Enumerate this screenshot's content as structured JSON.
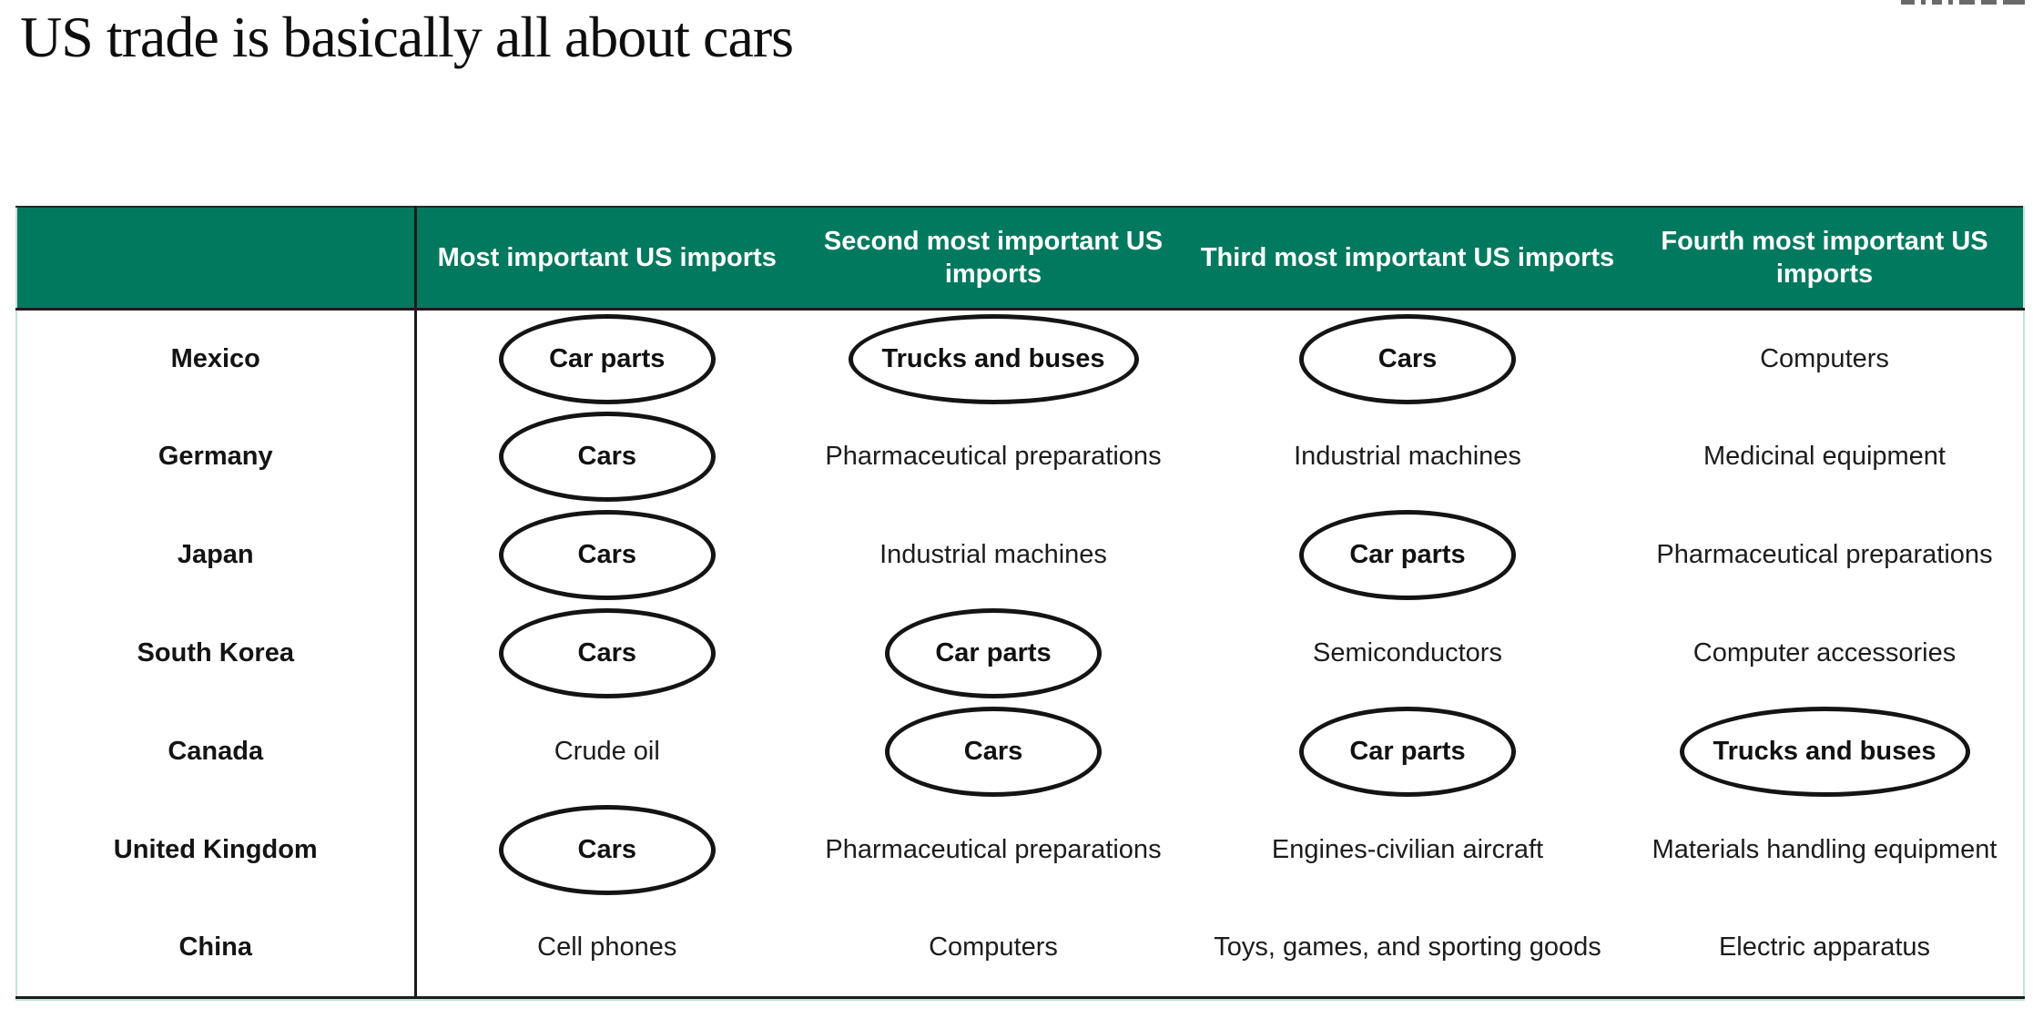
{
  "page": {
    "title": "US trade is basically all about cars"
  },
  "chart_data": {
    "type": "table",
    "title": "US trade is basically all about cars",
    "columns": [
      "Most important US imports",
      "Second most important US imports",
      "Third most important US imports",
      "Fourth most important US imports"
    ],
    "rows": [
      {
        "country": "Mexico",
        "imports": [
          {
            "label": "Car parts",
            "circled": true
          },
          {
            "label": "Trucks and buses",
            "circled": true
          },
          {
            "label": "Cars",
            "circled": true
          },
          {
            "label": "Computers",
            "circled": false
          }
        ]
      },
      {
        "country": "Germany",
        "imports": [
          {
            "label": "Cars",
            "circled": true
          },
          {
            "label": "Pharmaceutical preparations",
            "circled": false
          },
          {
            "label": "Industrial machines",
            "circled": false
          },
          {
            "label": "Medicinal equipment",
            "circled": false
          }
        ]
      },
      {
        "country": "Japan",
        "imports": [
          {
            "label": "Cars",
            "circled": true
          },
          {
            "label": "Industrial machines",
            "circled": false
          },
          {
            "label": "Car parts",
            "circled": true
          },
          {
            "label": "Pharmaceutical preparations",
            "circled": false
          }
        ]
      },
      {
        "country": "South Korea",
        "imports": [
          {
            "label": "Cars",
            "circled": true
          },
          {
            "label": "Car parts",
            "circled": true
          },
          {
            "label": "Semiconductors",
            "circled": false
          },
          {
            "label": "Computer accessories",
            "circled": false
          }
        ]
      },
      {
        "country": "Canada",
        "imports": [
          {
            "label": "Crude oil",
            "circled": false
          },
          {
            "label": "Cars",
            "circled": true
          },
          {
            "label": "Car parts",
            "circled": true
          },
          {
            "label": "Trucks and buses",
            "circled": true
          }
        ]
      },
      {
        "country": "United Kingdom",
        "imports": [
          {
            "label": "Cars",
            "circled": true
          },
          {
            "label": "Pharmaceutical preparations",
            "circled": false
          },
          {
            "label": "Engines-civilian aircraft",
            "circled": false
          },
          {
            "label": "Materials handling equipment",
            "circled": false
          }
        ]
      },
      {
        "country": "China",
        "imports": [
          {
            "label": "Cell phones",
            "circled": false
          },
          {
            "label": "Computers",
            "circled": false
          },
          {
            "label": "Toys, games, and sporting goods",
            "circled": false
          },
          {
            "label": "Electric apparatus",
            "circled": false
          }
        ]
      }
    ],
    "layout": {
      "legend": "none",
      "grid": "header and outer borders only; circled cells mark automotive categories"
    },
    "colors": {
      "header_bg": "#00795E",
      "header_text": "#FFFFFF",
      "circle_stroke": "#141414",
      "outer_border": "#C2E4DC",
      "body_text": "#1C1C1C"
    }
  }
}
